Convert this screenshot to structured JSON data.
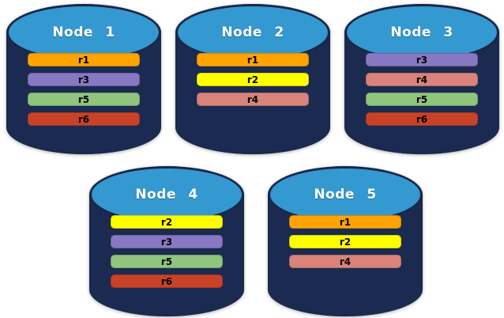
{
  "diagram": {
    "nodes": [
      {
        "label": "Node 1",
        "replicas": [
          "r1",
          "r3",
          "r5",
          "r6"
        ]
      },
      {
        "label": "Node 2",
        "replicas": [
          "r1",
          "r2",
          "r4"
        ]
      },
      {
        "label": "Node 3",
        "replicas": [
          "r3",
          "r4",
          "r5",
          "r6"
        ]
      },
      {
        "label": "Node 4",
        "replicas": [
          "r2",
          "r3",
          "r5",
          "r6"
        ]
      },
      {
        "label": "Node 5",
        "replicas": [
          "r1",
          "r2",
          "r4"
        ]
      }
    ],
    "replica_colors": {
      "r1": "#FFA301",
      "r2": "#FFFF00",
      "r3": "#8878C3",
      "r4": "#D9837A",
      "r5": "#8FC57E",
      "r6": "#C94227"
    },
    "cylinder_colors": {
      "top": "#3498D1",
      "body": "#1B2A50",
      "outline": "#1A2747",
      "label_text": "#FFFFFF",
      "bar_text": "#000000"
    }
  }
}
